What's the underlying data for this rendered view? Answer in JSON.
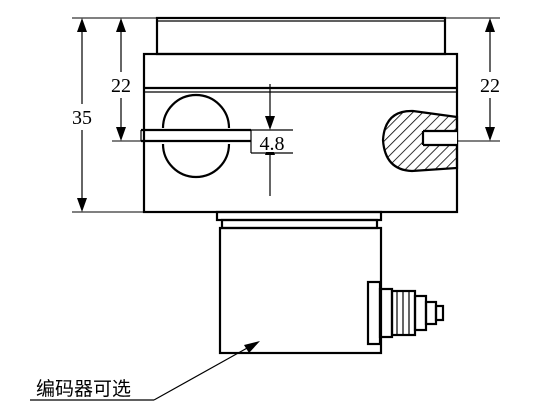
{
  "dimensions": {
    "left_outer": "35",
    "left_inner": "22",
    "right_inner": "22",
    "slot_width": "4.8"
  },
  "annotation": {
    "encoder_note": "编码器可选"
  }
}
